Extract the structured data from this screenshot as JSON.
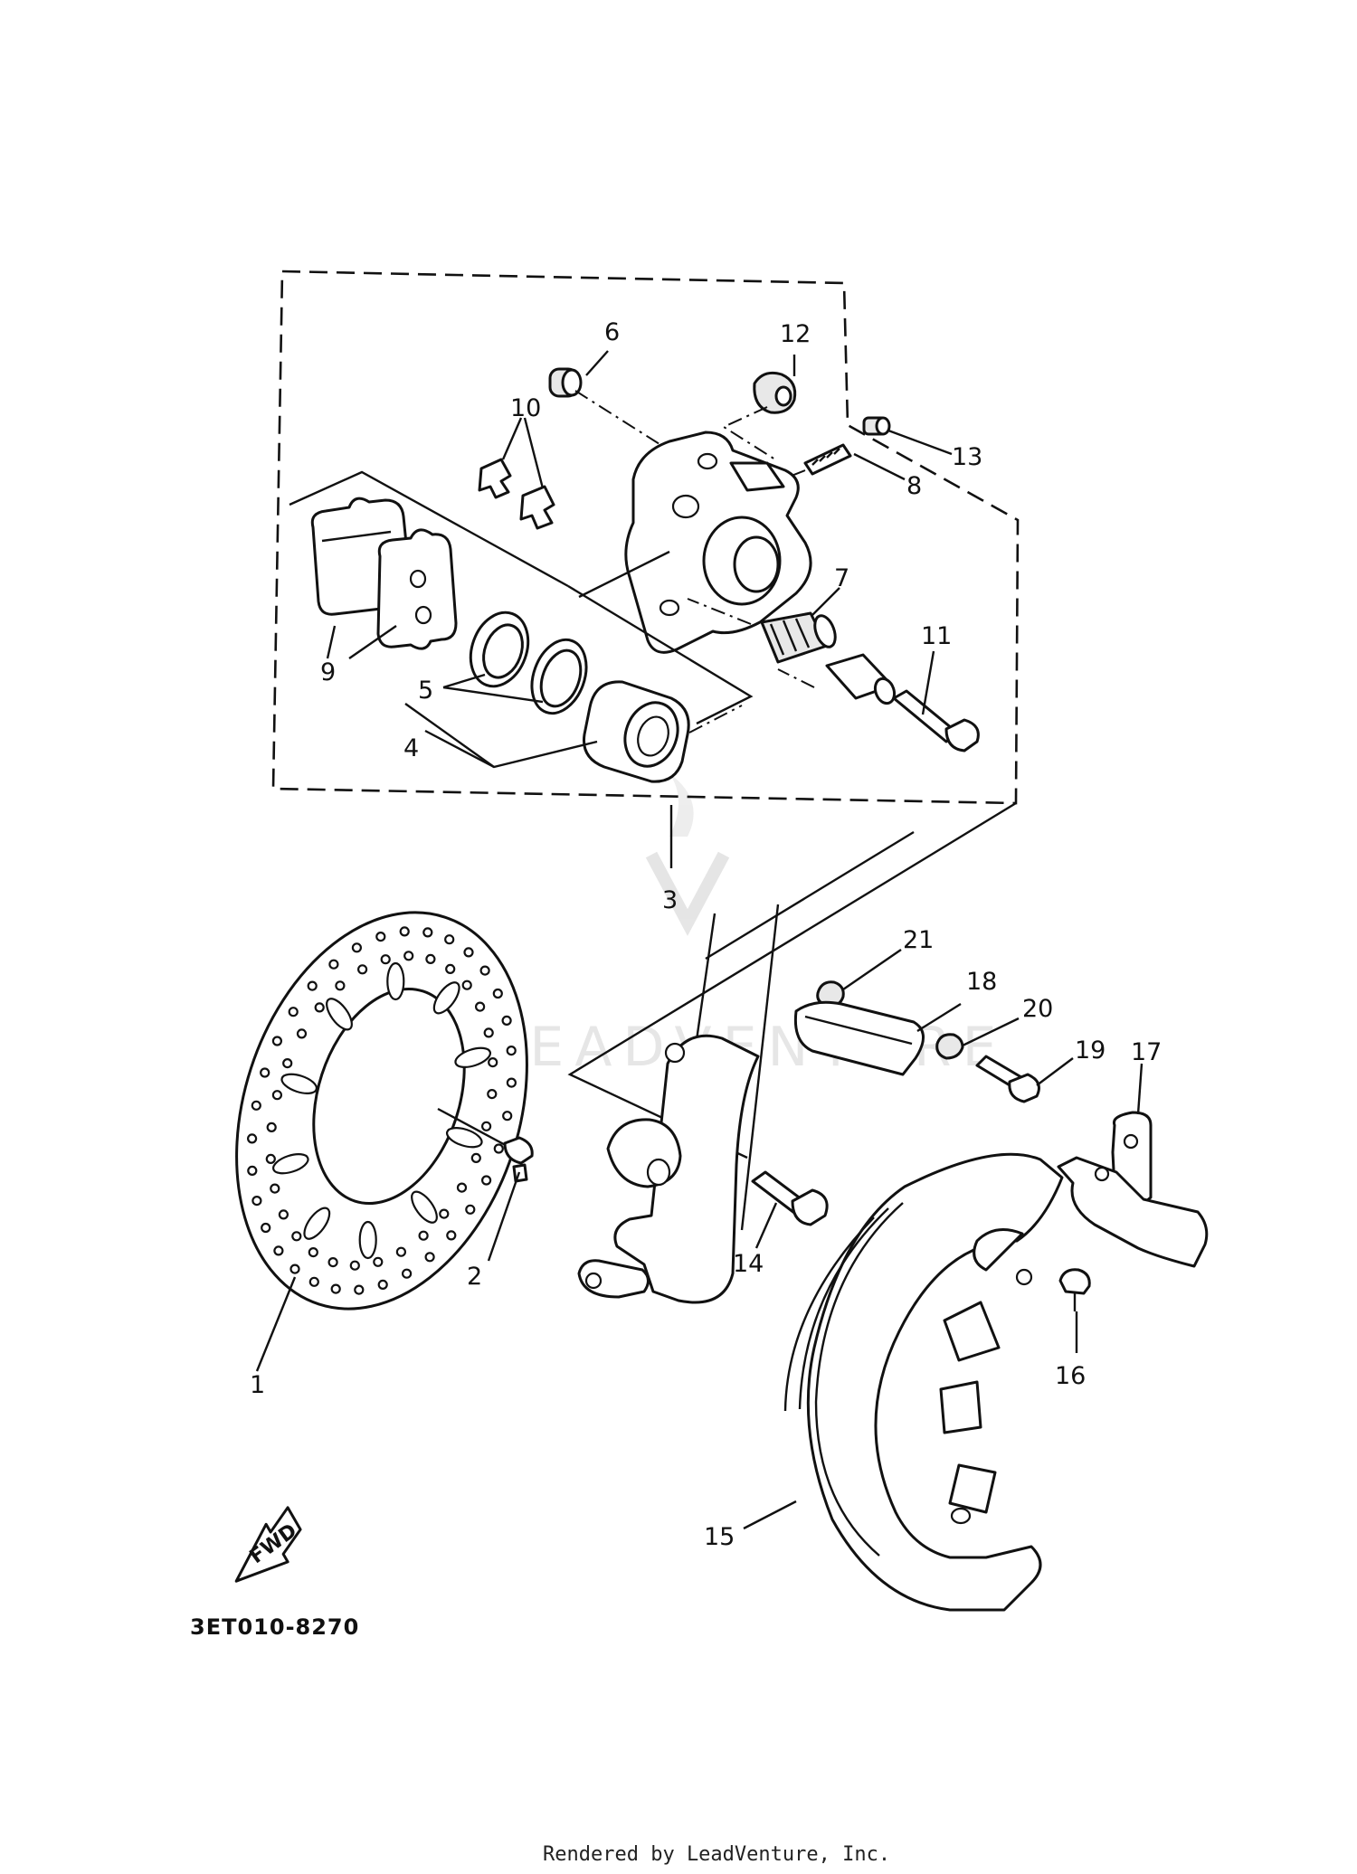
{
  "callouts": [
    "1",
    "2",
    "3",
    "4",
    "5",
    "6",
    "7",
    "8",
    "9",
    "10",
    "11",
    "12",
    "13",
    "14",
    "15",
    "16",
    "17",
    "18",
    "19",
    "20",
    "21"
  ],
  "direction_label": "FWD",
  "diagram_code": "3ET010-8270",
  "watermark": "LEADVENTURE",
  "footer": "Rendered by LeadVenture, Inc."
}
